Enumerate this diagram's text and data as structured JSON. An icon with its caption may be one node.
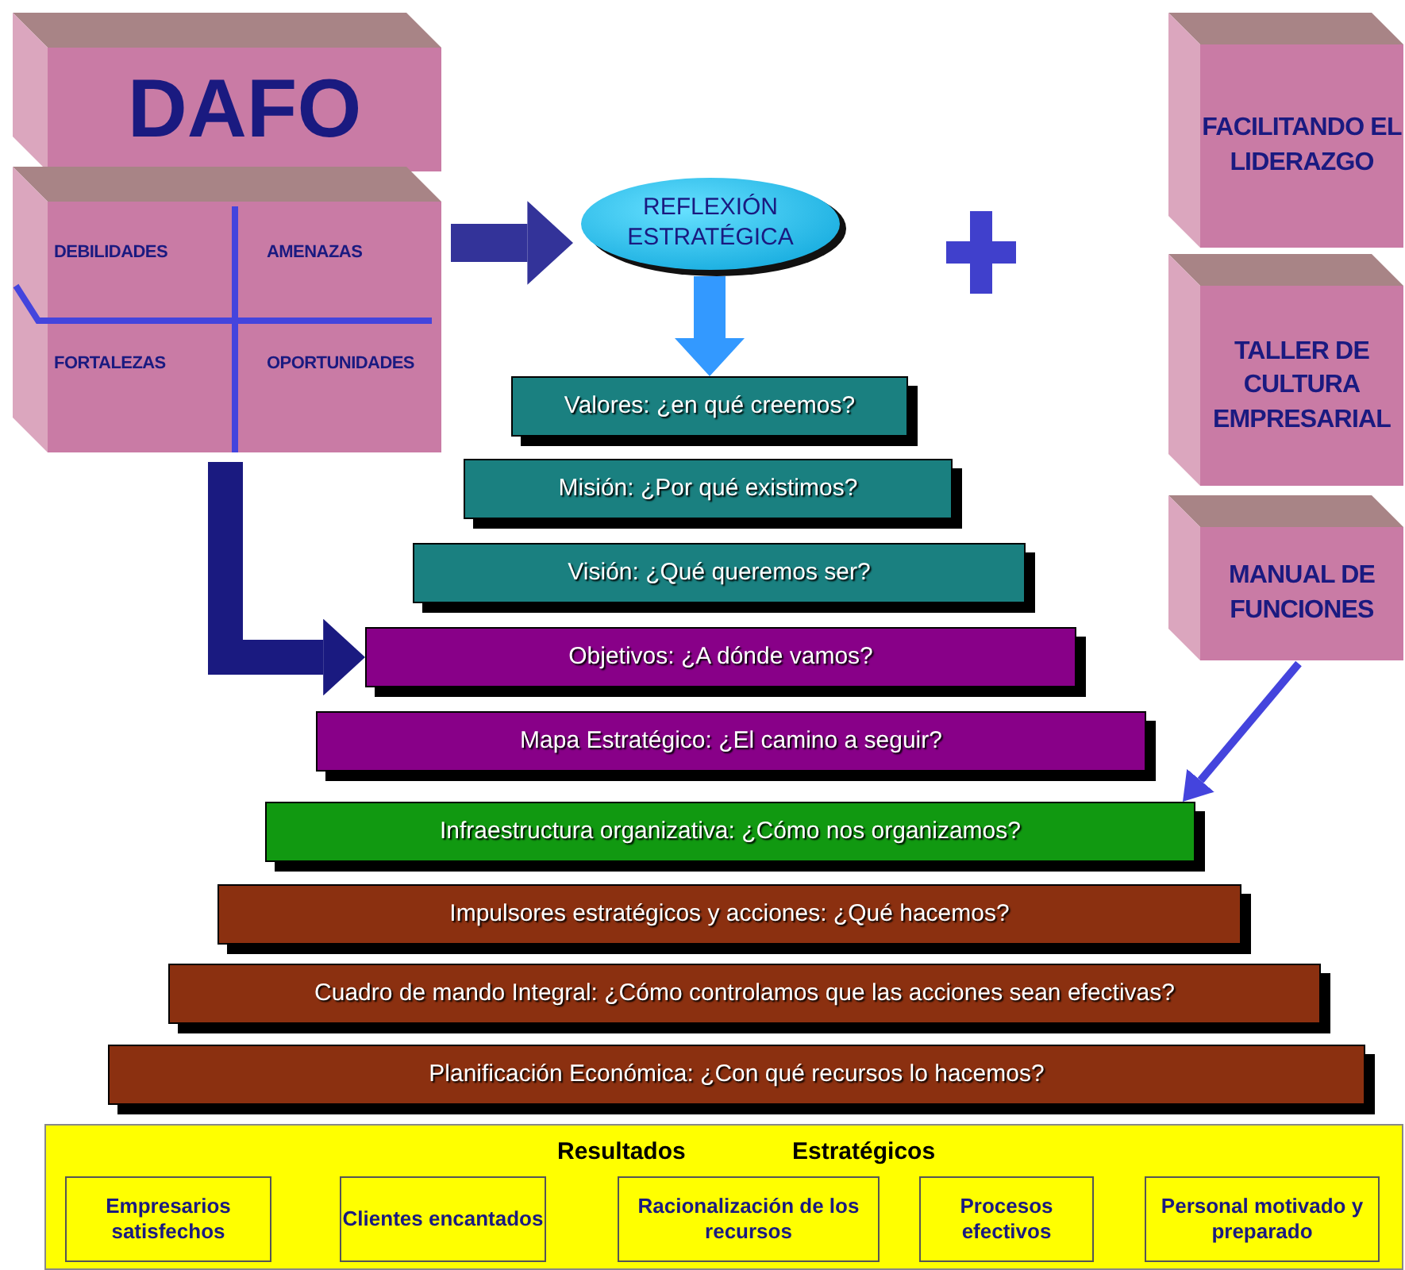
{
  "diagram": {
    "nodes": [
      {
        "text": [
          "DAFO"
        ]
      },
      {
        "text": [
          "DEBILIDADES",
          "AMENAZAS",
          "FORTALEZAS",
          "OPORTUNIDADES"
        ]
      },
      {
        "text": [
          "REFLEXIÓN ESTRATÉGICA"
        ]
      },
      {
        "text": [
          "Valores: ¿en qué creemos?"
        ]
      },
      {
        "text": [
          "Misión: ¿Por qué existimos?"
        ]
      },
      {
        "text": [
          "Visión: ¿Qué queremos ser?"
        ]
      },
      {
        "text": [
          "Objetivos: ¿A dónde vamos?"
        ]
      },
      {
        "text": [
          "Mapa Estratégico: ¿El camino a seguir?"
        ]
      },
      {
        "text": [
          "Infraestructura organizativa: ¿Cómo nos organizamos?"
        ]
      },
      {
        "text": [
          "Impulsores estratégicos y acciones: ¿Qué hacemos?"
        ]
      },
      {
        "text": [
          "Cuadro de mando Integral: ¿Cómo controlamos que las acciones sean efectivas?"
        ]
      },
      {
        "text": [
          "Planificación Económica: ¿Con qué recursos lo hacemos?"
        ]
      },
      {
        "text": [
          "FACILITANDO EL LIDERAZGO"
        ]
      },
      {
        "text": [
          "TALLER DE CULTURA EMPRESARIAL"
        ]
      },
      {
        "text": [
          "MANUAL DE FUNCIONES"
        ]
      },
      {
        "text": [
          "Resultados",
          "Estratégicos"
        ]
      },
      {
        "text": [
          "Empresarios satisfechos"
        ],
        "in": 15
      },
      {
        "text": [
          "Clientes encantados"
        ],
        "in": 15
      },
      {
        "text": [
          "Racionalización de los recursos"
        ],
        "in": 15
      },
      {
        "text": [
          "Procesos efectivos"
        ],
        "in": 15
      },
      {
        "text": [
          "Personal motivado y preparado"
        ],
        "in": 15
      }
    ],
    "edges": [
      {
        "from": 1,
        "to": 2,
        "arrow": "to",
        "color": "#333399"
      },
      {
        "from": 2,
        "to": 3,
        "arrow": "to",
        "color": "#3399ff"
      },
      {
        "from": 1,
        "to": 6,
        "arrow": "to",
        "color": "#1a1a80"
      },
      {
        "from": 14,
        "to": 8,
        "arrow": "to",
        "color": "#4444dd"
      }
    ]
  }
}
